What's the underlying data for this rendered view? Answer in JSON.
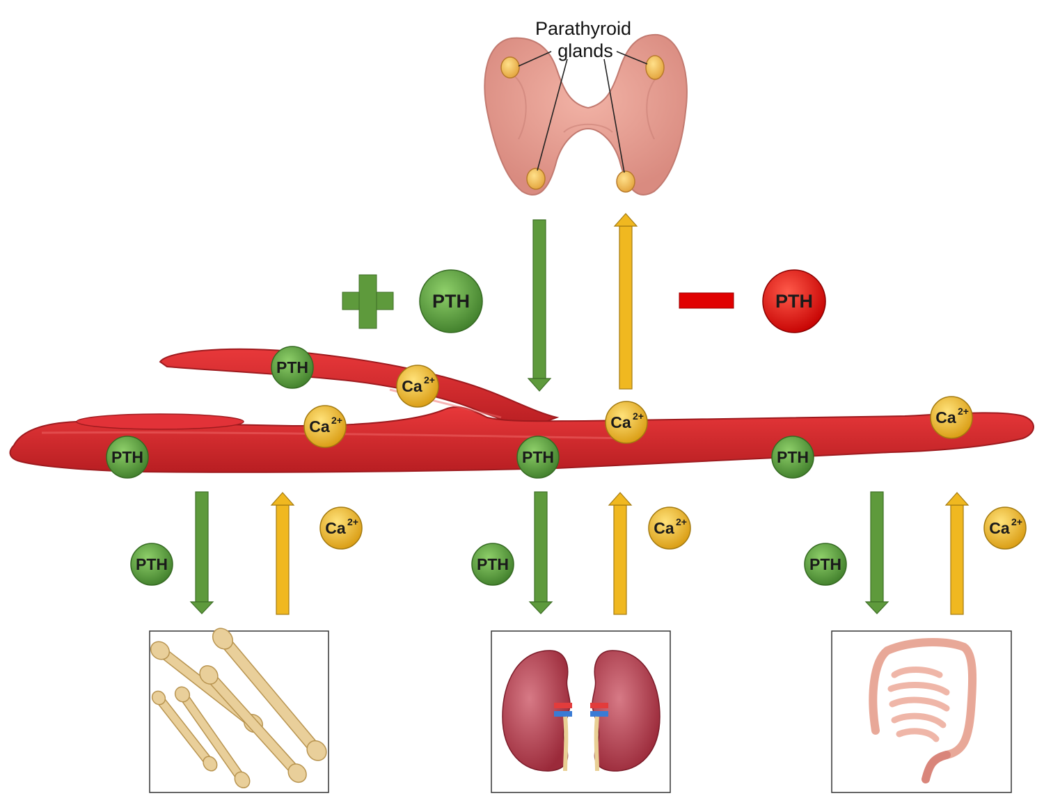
{
  "thyroid": {
    "label_line1": "Parathyroid",
    "label_line2": "glands"
  },
  "hormone": "PTH",
  "ion": {
    "symbol": "Ca",
    "charge": "2+"
  },
  "legend": {
    "plus_symbol_color": "#5e9a3c",
    "minus_symbol_color": "#e00000",
    "pth_positive_color": "#5aa040",
    "pth_negative_color": "#e81010"
  },
  "colors": {
    "pth_arrow": "#5e9a3c",
    "ca_arrow": "#f0b820",
    "vessel": "#d6262b",
    "ca_ball": "#f0b820"
  },
  "targets": [
    {
      "name": "bone"
    },
    {
      "name": "kidney"
    },
    {
      "name": "intestine"
    }
  ]
}
